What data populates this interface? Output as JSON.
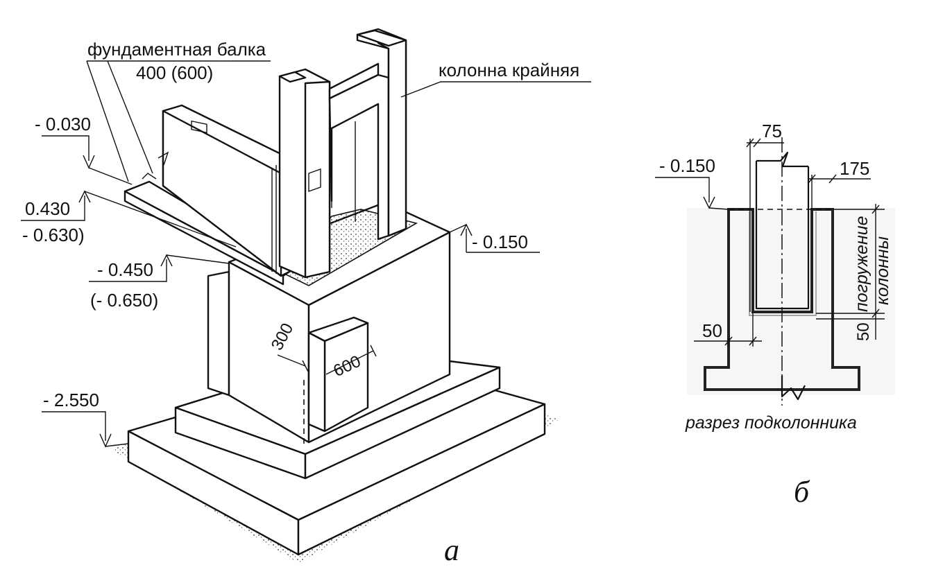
{
  "figure_a": {
    "label_letter": "а",
    "labels": {
      "foundation_beam": "фундаментная балка",
      "beam_size": "400 (600)",
      "column": "колонна крайняя",
      "level_minus_0030": "- 0.030",
      "level_0430": "0.430",
      "level_minus_0630_paren": "- 0.630)",
      "level_minus_0450": "- 0.450",
      "level_minus_0650_paren": "(- 0.650)",
      "level_minus_0150": "- 0.150",
      "level_minus_2550": "- 2.550",
      "dim_300": "300",
      "dim_600": "600"
    }
  },
  "figure_b": {
    "label_letter": "б",
    "caption": "разрез подколонника",
    "labels": {
      "dim_75": "75",
      "dim_175": "175",
      "level_minus_0150": "- 0.150",
      "column_embedment_line1": "погружение",
      "column_embedment_line2": "колонны",
      "dim_50_left": "50",
      "dim_50_right": "50"
    }
  }
}
